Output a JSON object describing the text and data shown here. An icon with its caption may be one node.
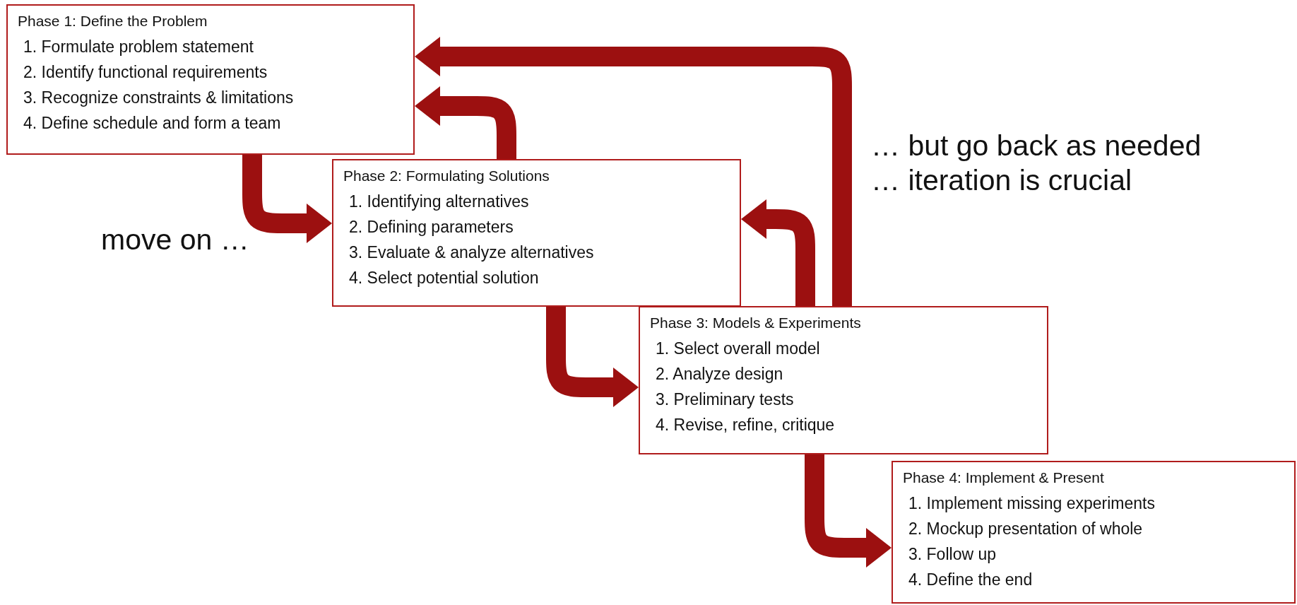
{
  "diagram": {
    "nodes": [
      {
        "text": [
          "Phase 1: Define the Problem",
          "1. Formulate problem statement",
          "2. Identify functional requirements",
          "3. Recognize constraints & limitations",
          "4. Define schedule and form a team"
        ]
      },
      {
        "text": [
          "Phase 2: Formulating Solutions",
          "1. Identifying alternatives",
          "2. Defining parameters",
          "3. Evaluate & analyze alternatives",
          "4. Select potential solution"
        ]
      },
      {
        "text": [
          "Phase 3: Models & Experiments",
          "1. Select overall model",
          "2. Analyze design",
          "3. Preliminary tests",
          "4. Revise, refine, critique"
        ]
      },
      {
        "text": [
          "Phase 4: Implement & Present",
          "1. Implement missing experiments",
          "2. Mockup presentation of whole",
          "3. Follow up",
          "4. Define the end"
        ]
      }
    ],
    "edges": [
      {
        "from": 0,
        "to": 1,
        "arrow": "to"
      },
      {
        "from": 1,
        "to": 2,
        "arrow": "to"
      },
      {
        "from": 2,
        "to": 3,
        "arrow": "to"
      },
      {
        "from": 1,
        "to": 0,
        "arrow": "to"
      },
      {
        "from": 2,
        "to": 0,
        "arrow": "to"
      },
      {
        "from": 2,
        "to": 1,
        "arrow": "to"
      }
    ],
    "labels": [
      "… but go back as needed",
      "… iteration is crucial",
      "move on …"
    ]
  }
}
